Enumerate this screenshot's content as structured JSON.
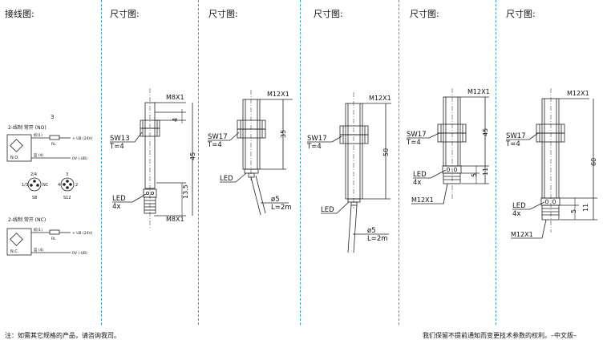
{
  "headers": {
    "wiring": "接线图:",
    "dim1": "尺寸图:",
    "dim2": "尺寸图:",
    "dim3": "尺寸图:",
    "dim4": "尺寸图:",
    "dim5": "尺寸图:"
  },
  "footer": {
    "left": "注：如需其它规格的产品，请咨询我司。",
    "right": "我们保留不提前通知而变更技术参数的权利。–中文版–"
  },
  "wiring": {
    "number": "3",
    "no_title": "2-线制 常开 (NO)",
    "nc_title": "2-线制 常开 (NC)",
    "no_sensor": "N.O.",
    "nc_sensor": "N.C.",
    "wire_brown": "棕(1)",
    "wire_blue": "蓝 (4)",
    "supply_plus": "+ UB (24V)",
    "supply_zero": "0V (-UB)",
    "load": "RL",
    "conn_s8": "S8",
    "conn_s12": "S12",
    "pin_s8_top": "2/4",
    "pin_s8_left": "1/3",
    "pin_s8_right": "NC",
    "pin_s12_top": "3",
    "pin_s12_left": "4",
    "pin_s12_right": "2"
  },
  "d1": {
    "thread_top": "M8X1",
    "thread_bot": "M8X1",
    "sw": "SW13",
    "t": "T=4",
    "dim_a": "4",
    "dim_b": "45",
    "dim_c": "13.5",
    "led": "LED",
    "led_n": "4x"
  },
  "d2": {
    "thread": "M12X1",
    "sw": "SW17",
    "t": "T=4",
    "dim_a": "35",
    "led": "LED",
    "cable_d": "ø5",
    "cable_l": "L=2m"
  },
  "d3": {
    "thread": "M12X1",
    "sw": "SW17",
    "t": "T=4",
    "dim_a": "50",
    "led": "LED",
    "cable_d": "ø5",
    "cable_l": "L=2m"
  },
  "d4": {
    "thread_top": "M12X1",
    "thread_bot": "M12X1",
    "sw": "SW17",
    "t": "T=4",
    "dim_a": "45",
    "dim_b": "5",
    "dim_c": "11",
    "led": "LED",
    "led_n": "4x"
  },
  "d5": {
    "thread_top": "M12X1",
    "thread_bot": "M12X1",
    "sw": "SW17",
    "t": "T=4",
    "dim_a": "60",
    "dim_b": "5",
    "dim_c": "11",
    "led": "LED",
    "led_n": "4x"
  }
}
